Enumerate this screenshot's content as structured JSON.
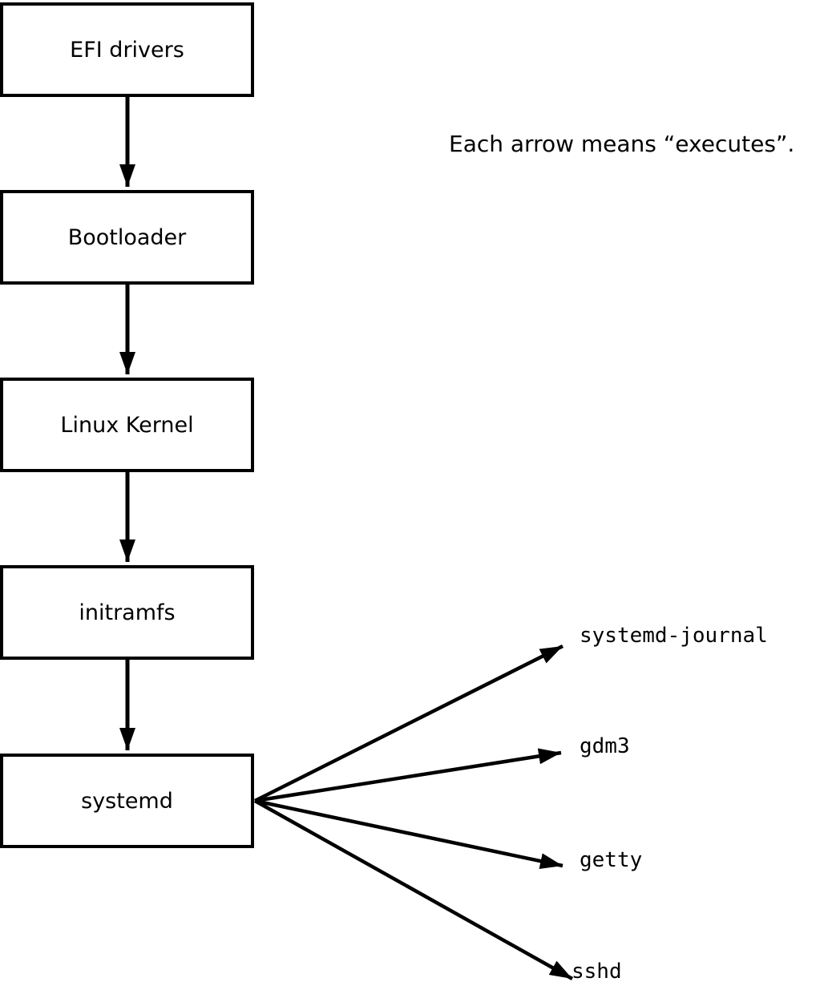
{
  "diagram": {
    "annotation": "Each arrow means “executes”.",
    "boxes": [
      {
        "label": "EFI drivers"
      },
      {
        "label": "Bootloader"
      },
      {
        "label": "Linux Kernel"
      },
      {
        "label": "initramfs"
      },
      {
        "label": "systemd"
      }
    ],
    "services": [
      {
        "label": "systemd-journal"
      },
      {
        "label": "gdm3"
      },
      {
        "label": "getty"
      },
      {
        "label": "sshd"
      }
    ],
    "colors": {
      "stroke": "#000000",
      "box_fill": "#ffffff",
      "background": "#ffffff",
      "text": "#000000"
    }
  }
}
